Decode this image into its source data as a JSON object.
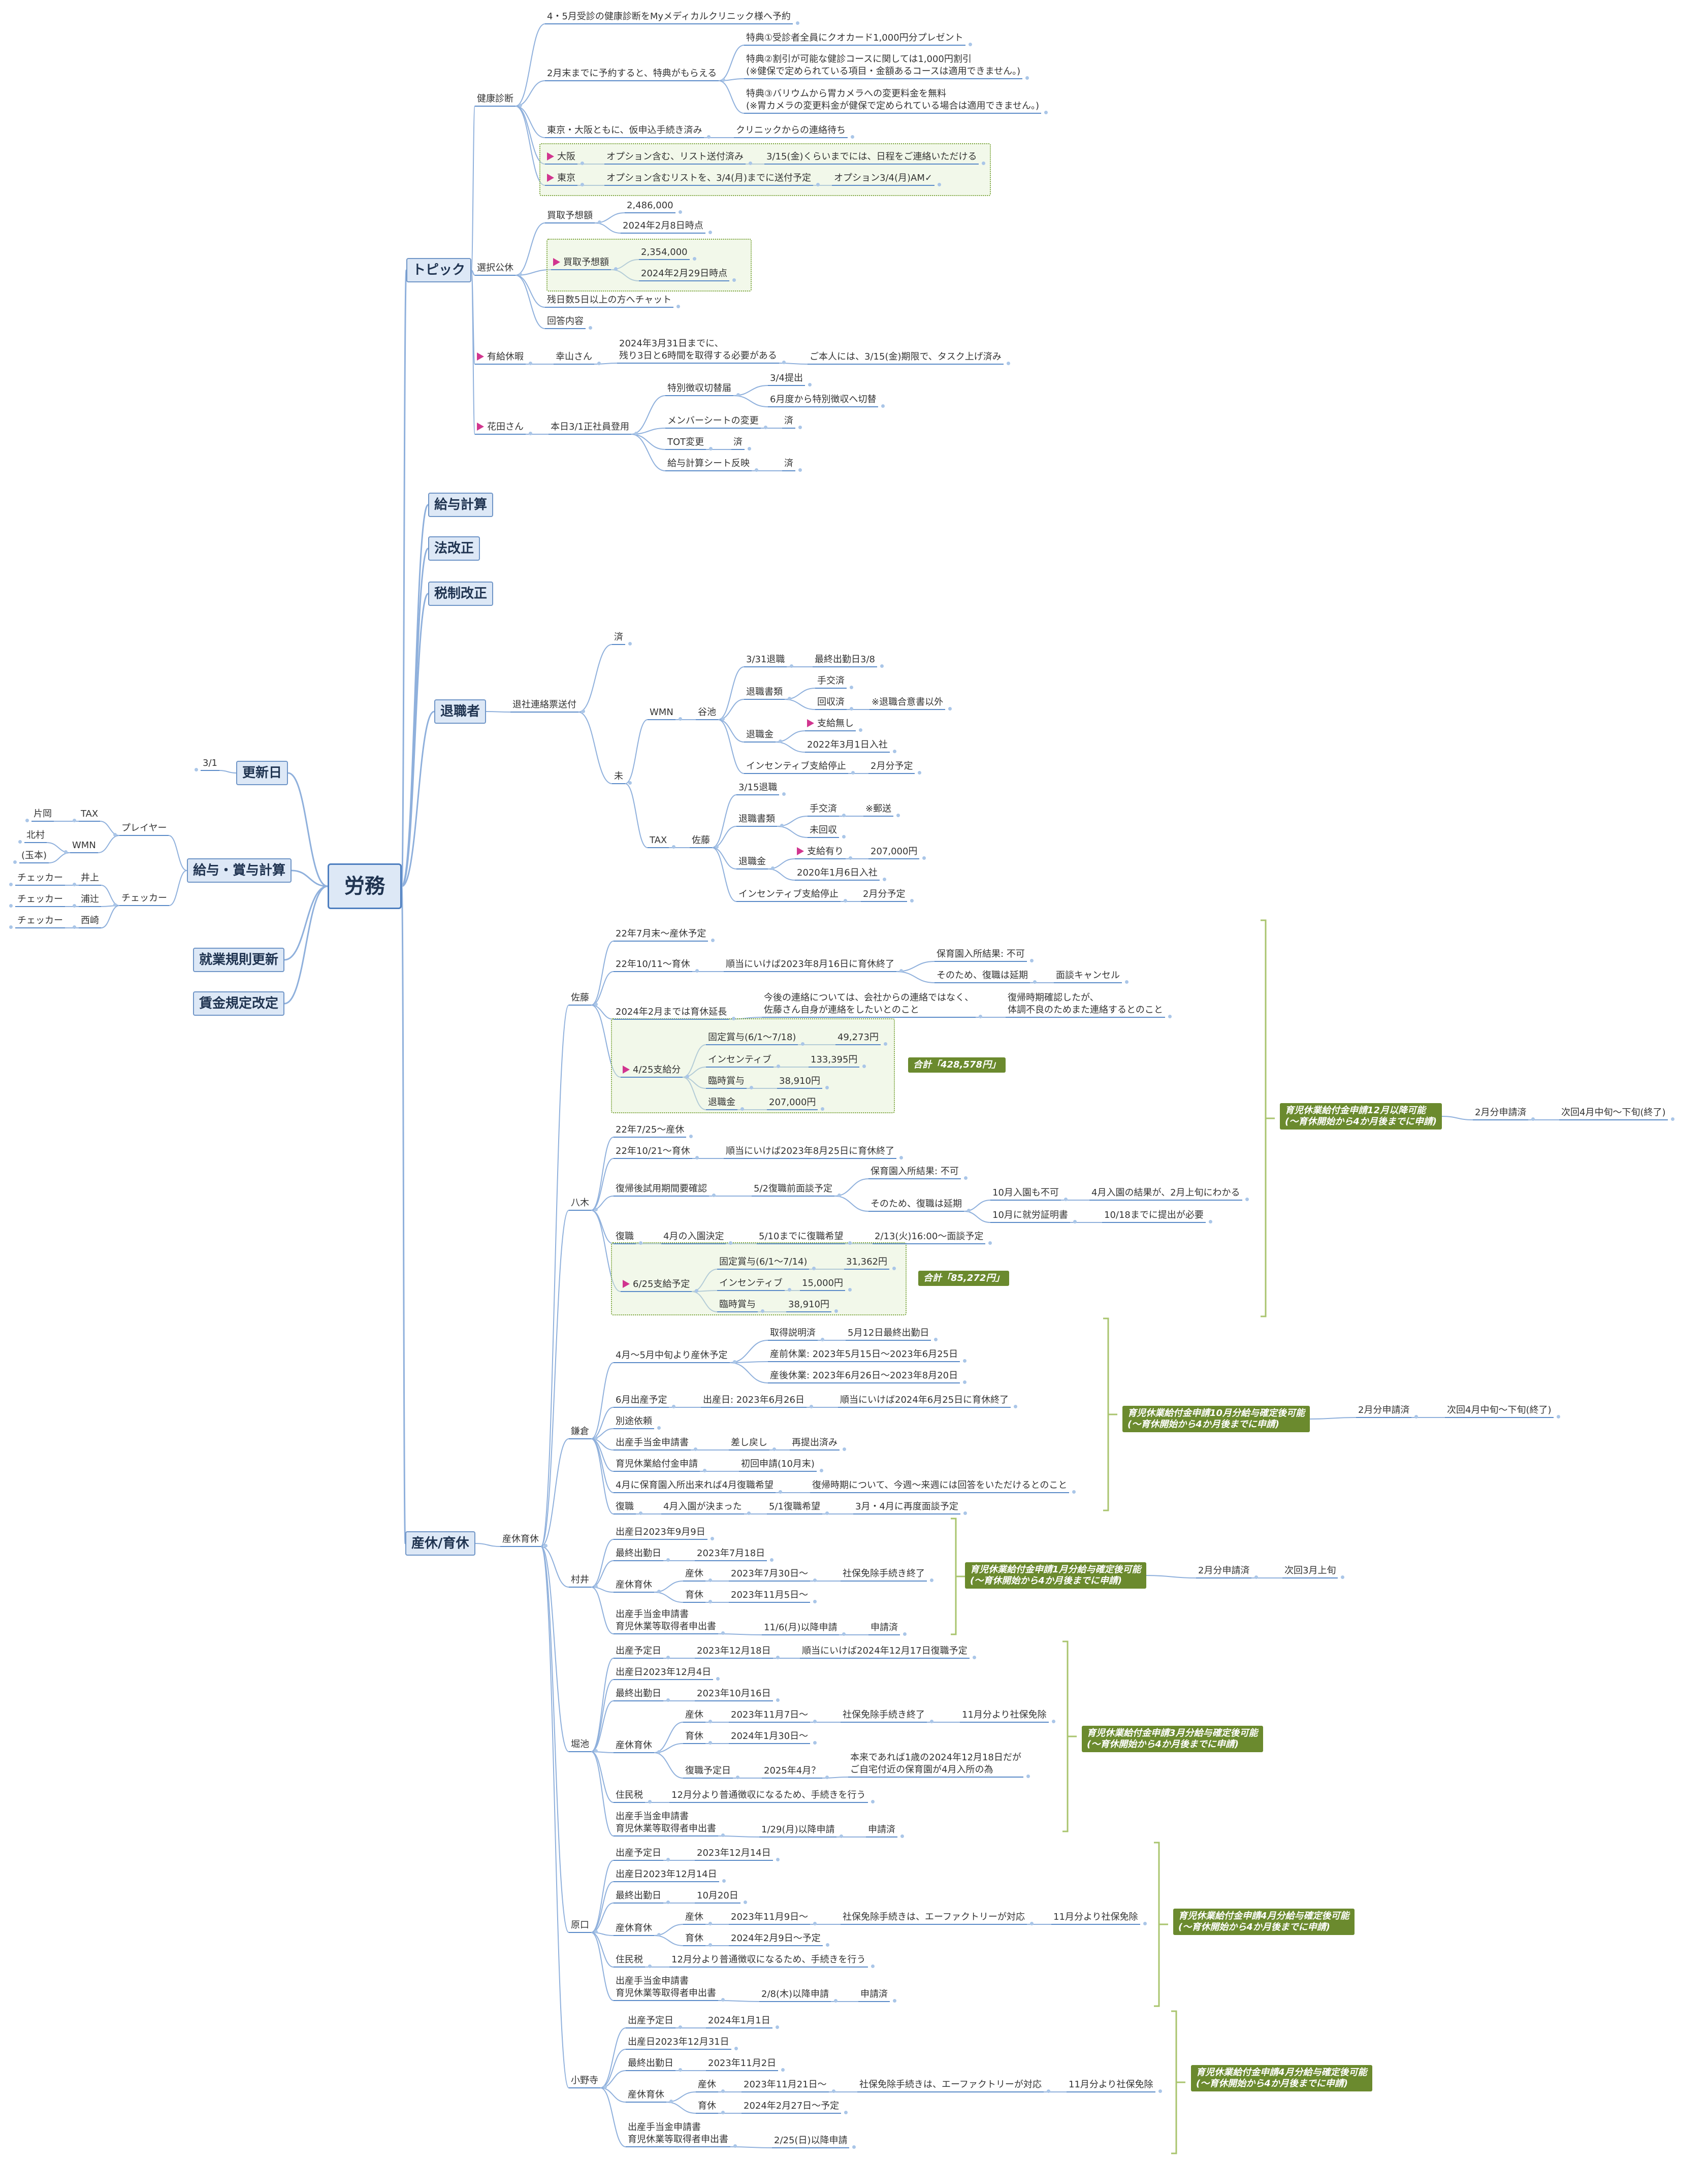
{
  "root": "労務",
  "branches": {
    "topic": "トピック",
    "payroll": "給与計算",
    "law": "法改正",
    "tax": "税制改正",
    "retire": "退職者",
    "leave": "産休/育休",
    "update": "更新日",
    "bonus": "給与・賞与計算",
    "rules": "就業規則更新",
    "wage": "賃金規定改定"
  },
  "update_day": "3/1",
  "bonus_tree": {
    "player": "プレイヤー",
    "checker": "チェッカー",
    "tax": "TAX",
    "wmn": "WMN",
    "katagi": "片岡",
    "kitamura": "北村",
    "tamamoto": "(玉本)",
    "inoue": "井上",
    "urakoshi": "浦辻",
    "nishizaki": "西崎",
    "checker_label": "チェッカー"
  },
  "topic": {
    "health": "健康診断",
    "health_1": "4・5月受診の健康診断をMyメディカルクリニック様へ予約",
    "health_2": "2月末までに予約すると、特典がもらえる",
    "perk_1": "特典①受診者全員にクオカード1,000円分プレゼント",
    "perk_2": "特典②割引が可能な健診コースに関しては1,000円割引\n(※健保で定められている項目・金額あるコースは適用できません。)",
    "perk_3": "特典③バリウムから胃カメラへの変更料金を無料\n(※胃カメラの変更料金が健保で定められている場合は適用できません。)",
    "health_3": "東京・大阪ともに、仮申込手続き済み",
    "health_3b": "クリニックからの連絡待ち",
    "osaka": "大阪",
    "osaka_a": "オプション含む、リスト送付済み",
    "osaka_b": "3/15(金)くらいまでには、日程をご連絡いただける",
    "tokyo": "東京",
    "tokyo_a": "オプション含むリストを、3/4(月)までに送付予定",
    "tokyo_b": "オプション3/4(月)AM✓",
    "select": "選択公休",
    "buy_1": "買取予想額",
    "buy_1a": "2,486,000",
    "buy_1b": "2024年2月8日時点",
    "buy_2": "買取予想額",
    "buy_2a": "2,354,000",
    "buy_2b": "2024年2月29日時点",
    "remain": "残日数5日以上の方へチャット",
    "reply": "回答内容",
    "paid": "有給休暇",
    "paid_who": "幸山さん",
    "paid_a": "2024年3月31日までに、\n残り3日と6時間を取得する必要がある",
    "paid_b": "ご本人には、3/15(金)期限で、タスク上げ済み",
    "hanada": "花田さん",
    "hanada_a": "本日3/1正社員登用",
    "sp": "特別徴収切替届",
    "sp_a": "3/4提出",
    "sp_b": "6月度から特別徴収へ切替",
    "member": "メンバーシートの変更",
    "member_a": "済",
    "tot": "TOT変更",
    "tot_a": "済",
    "sheet": "給与計算シート反映",
    "sheet_a": "済"
  },
  "retire": {
    "mail": "退社連絡票送付",
    "done": "済",
    "notyet": "未",
    "wmn": "WMN",
    "taniike": "谷池",
    "t_1": "3/31退職",
    "t_1a": "最終出勤日3/8",
    "t_2": "退職書類",
    "t_2a": "手交済",
    "t_2b": "回収済",
    "t_2c": "※退職合意書以外",
    "t_3": "退職金",
    "t_3a": "支給無し",
    "t_3b": "2022年3月1日入社",
    "t_4": "インセンティブ支給停止",
    "t_4a": "2月分予定",
    "tax": "TAX",
    "sato": "佐藤",
    "s_1": "3/15退職",
    "s_2": "退職書類",
    "s_2a": "手交済",
    "s_2b": "※郵送",
    "s_2c": "未回収",
    "s_3": "退職金",
    "s_3a": "支給有り",
    "s_3b": "207,000円",
    "s_3c": "2020年1月6日入社",
    "s_4": "インセンティブ支給停止",
    "s_4a": "2月分予定"
  },
  "leave": {
    "kyuka": "産休育休",
    "sato": "佐藤",
    "sa_1": "22年7月末〜産休予定",
    "sa_2": "22年10/11〜育休",
    "sa_2a": "順当にいけば2023年8月16日に育休終了",
    "sa_2b": "保育園入所結果: 不可",
    "sa_2c": "そのため、復職は延期",
    "sa_2d": "面談キャンセル",
    "sa_3": "2024年2月までは育休延長",
    "sa_3a": "今後の連絡については、会社からの連絡ではなく、\n佐藤さん自身が連絡をしたいとのこと",
    "sa_3b": "復帰時期確認したが、\n体調不良のためまた連絡するとのこと",
    "sa_pay": "4/25支給分",
    "sa_p1": "固定賞与(6/1〜7/18)",
    "sa_p1v": "49,273円",
    "sa_p2": "インセンティブ",
    "sa_p2v": "133,395円",
    "sa_p3": "臨時賞与",
    "sa_p3v": "38,910円",
    "sa_p4": "退職金",
    "sa_p4v": "207,000円",
    "sa_total": "合計「428,578円」",
    "yagi": "八木",
    "ya_1": "22年7/25〜産休",
    "ya_2": "22年10/21〜育休",
    "ya_2a": "順当にいけば2023年8月25日に育休終了",
    "ya_3": "復帰後試用期間要確認",
    "ya_3a": "5/2復職前面談予定",
    "ya_3b": "保育園入所結果: 不可",
    "ya_3c": "そのため、復職は延期",
    "ya_3d": "10月入園も不可",
    "ya_3e": "4月入園の結果が、2月上旬にわかる",
    "ya_3f": "10月に就労証明書",
    "ya_3g": "10/18までに提出が必要",
    "ya_4": "復職",
    "ya_4a": "4月の入園決定",
    "ya_4b": "5/10までに復職希望",
    "ya_4c": "2/13(火)16:00〜面談予定",
    "ya_pay": "6/25支給予定",
    "ya_p1": "固定賞与(6/1〜7/14)",
    "ya_p1v": "31,362円",
    "ya_p2": "インセンティブ",
    "ya_p2v": "15,000円",
    "ya_p3": "臨時賞与",
    "ya_p3v": "38,910円",
    "ya_total": "合計「85,272円」",
    "note_1": "育児休業給付金申請12月以降可能\n(〜育休開始から4か月後までに申請)",
    "note_1a": "2月分申請済",
    "note_1b": "次回4月中旬〜下旬(終了)",
    "kamakura": "鎌倉",
    "ka_1": "4月〜5月中旬より産休予定",
    "ka_1a": "取得説明済",
    "ka_1b": "5月12日最終出勤日",
    "ka_1c": "産前休業: 2023年5月15日〜2023年6月25日",
    "ka_1d": "産後休業: 2023年6月26日〜2023年8月20日",
    "ka_2": "6月出産予定",
    "ka_2a": "出産日: 2023年6月26日",
    "ka_2b": "順当にいけば2024年6月25日に育休終了",
    "ka_3": "別途依頼",
    "ka_4": "出産手当金申請書",
    "ka_4a": "差し戻し",
    "ka_4b": "再提出済み",
    "ka_5": "育児休業給付金申請",
    "ka_5a": "初回申請(10月末)",
    "ka_6": "4月に保育園入所出来れば4月復職希望",
    "ka_6a": "復帰時期について、今週〜来週には回答をいただけるとのこと",
    "ka_7": "復職",
    "ka_7a": "4月入園が決まった",
    "ka_7b": "5/1復職希望",
    "ka_7c": "3月・4月に再度面談予定",
    "note_2": "育児休業給付金申請10月分給与確定後可能\n(〜育休開始から4か月後までに申請)",
    "note_2a": "2月分申請済",
    "note_2b": "次回4月中旬〜下旬(終了)",
    "murai": "村井",
    "mu_1": "出産日2023年9月9日",
    "mu_2": "最終出勤日",
    "mu_2a": "2023年7月18日",
    "mu_3": "産休育休",
    "mu_3a": "産休",
    "mu_3b": "2023年7月30日〜",
    "mu_3c": "社保免除手続き終了",
    "mu_3d": "育休",
    "mu_3e": "2023年11月5日〜",
    "mu_4": "出産手当金申請書\n育児休業等取得者申出書",
    "mu_4a": "11/6(月)以降申請",
    "mu_4b": "申請済",
    "note_3": "育児休業給付金申請1月分給与確定後可能\n(〜育休開始から4か月後までに申請)",
    "note_3a": "2月分申請済",
    "note_3b": "次回3月上旬",
    "horiike": "堀池",
    "ho_1": "出産予定日",
    "ho_1a": "2023年12月18日",
    "ho_1b": "順当にいけば2024年12月17日復職予定",
    "ho_2": "出産日2023年12月4日",
    "ho_3": "最終出勤日",
    "ho_3a": "2023年10月16日",
    "ho_4": "産休育休",
    "ho_4a": "産休",
    "ho_4b": "2023年11月7日〜",
    "ho_4c": "社保免除手続き終了",
    "ho_4d": "11月分より社保免除",
    "ho_4e": "育休",
    "ho_4f": "2024年1月30日〜",
    "ho_4g": "復職予定日",
    "ho_4h": "2025年4月？",
    "ho_4i": "本来であれば1歳の2024年12月18日だが\nご自宅付近の保育園が4月入所の為",
    "ho_5": "住民税",
    "ho_5a": "12月分より普通徴収になるため、手続きを行う",
    "ho_6": "出産手当金申請書\n育児休業等取得者申出書",
    "ho_6a": "1/29(月)以降申請",
    "ho_6b": "申請済",
    "note_4": "育児休業給付金申請3月分給与確定後可能\n(〜育休開始から4か月後までに申請)",
    "haraguchi": "原口",
    "hr_1": "出産予定日",
    "hr_1a": "2023年12月14日",
    "hr_2": "出産日2023年12月14日",
    "hr_3": "最終出勤日",
    "hr_3a": "10月20日",
    "hr_4": "産休育休",
    "hr_4a": "産休",
    "hr_4b": "2023年11月9日〜",
    "hr_4c": "社保免除手続きは、エーファクトリーが対応",
    "hr_4d": "11月分より社保免除",
    "hr_4e": "育休",
    "hr_4f": "2024年2月9日〜予定",
    "hr_5": "住民税",
    "hr_5a": "12月分より普通徴収になるため、手続きを行う",
    "hr_6": "出産手当金申請書\n育児休業等取得者申出書",
    "hr_6a": "2/8(木)以降申請",
    "hr_6b": "申請済",
    "note_5": "育児休業給付金申請4月分給与確定後可能\n(〜育休開始から4か月後までに申請)",
    "onodera": "小野寺",
    "on_1": "出産予定日",
    "on_1a": "2024年1月1日",
    "on_2": "出産日2023年12月31日",
    "on_3": "最終出勤日",
    "on_3a": "2023年11月2日",
    "on_4": "産休育休",
    "on_4a": "産休",
    "on_4b": "2023年11月21日〜",
    "on_4c": "社保免除手続きは、エーファクトリーが対応",
    "on_4d": "11月分より社保免除",
    "on_4e": "育休",
    "on_4f": "2024年2月27日〜予定",
    "on_5": "出産手当金申請書\n育児休業等取得者申出書",
    "on_5a": "2/25(日)以降申請",
    "note_6": "育児休業給付金申請4月分給与確定後可能\n(〜育休開始から4か月後までに申請)"
  }
}
